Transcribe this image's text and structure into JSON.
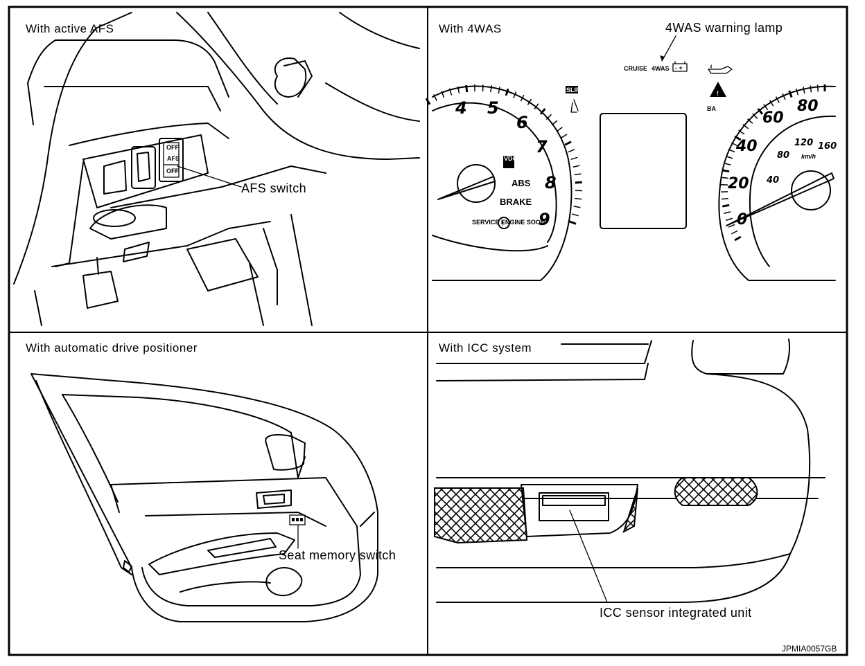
{
  "figure_code": "JPMIA0057GB",
  "panels": [
    {
      "title": "With active AFS",
      "callouts": [
        "AFS switch"
      ],
      "switch_labels": [
        "OFF",
        "AFS",
        "OFF"
      ]
    },
    {
      "title": "With 4WAS",
      "callouts": [
        "4WAS warning lamp"
      ],
      "indicators": {
        "cruise": "CRUISE",
        "fourwas": "4WAS",
        "slip": "SLIP",
        "vdc_off": "VDC OFF",
        "abs": "ABS",
        "brake": "BRAKE",
        "service": "SERVICE ENGINE SOON",
        "ba": "BA"
      },
      "tachometer_ticks": [
        "4",
        "5",
        "6",
        "7",
        "8",
        "9"
      ],
      "speedometer_ticks_outer": [
        "0",
        "20",
        "40",
        "60",
        "80"
      ],
      "speedometer_ticks_inner": [
        "40",
        "80",
        "120",
        "160"
      ],
      "speed_unit": "km/h"
    },
    {
      "title": "With automatic drive positioner",
      "callouts": [
        "Seat memory switch"
      ]
    },
    {
      "title": "With ICC system",
      "callouts": [
        "ICC sensor integrated unit"
      ]
    }
  ]
}
